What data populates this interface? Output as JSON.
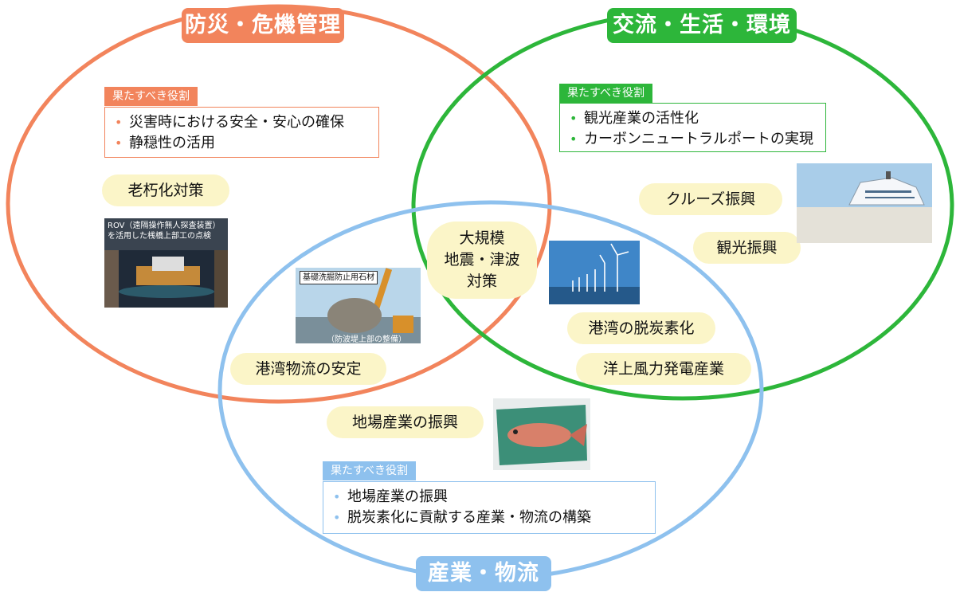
{
  "circles": {
    "disaster": {
      "title": "防災・危機管理",
      "color": "#f2845c",
      "role_tag": "果たすべき役割",
      "roles": [
        "災害時における安全・安心の確保",
        "静穏性の活用"
      ],
      "measures": [
        "老朽化対策"
      ],
      "photo_caption": "ROV（遠隔操作無人探査装置）を活用した桟橋上部工の点検"
    },
    "exchange": {
      "title": "交流・生活・環境",
      "color": "#2db63a",
      "role_tag": "果たすべき役割",
      "roles": [
        "観光産業の活性化",
        "カーボンニュートラルポートの実現"
      ],
      "measures": [
        "クルーズ振興",
        "観光振興"
      ]
    },
    "industry": {
      "title": "産業・物流",
      "color": "#8ec1ee",
      "role_tag": "果たすべき役割",
      "roles": [
        "地場産業の振興",
        "脱炭素化に貢献する産業・物流の構築"
      ],
      "measures": [
        "地場産業の振興"
      ]
    }
  },
  "overlaps": {
    "disaster_industry": {
      "measure": "港湾物流の安定",
      "photo_label": "基礎洗掘防止用石材",
      "photo_caption": "（防波堤上部の整備）"
    },
    "center": {
      "lines": [
        "大規模",
        "地震・津波",
        "対策"
      ]
    },
    "exchange_industry": {
      "measures": [
        "港湾の脱炭素化",
        "洋上風力発電産業"
      ]
    }
  }
}
